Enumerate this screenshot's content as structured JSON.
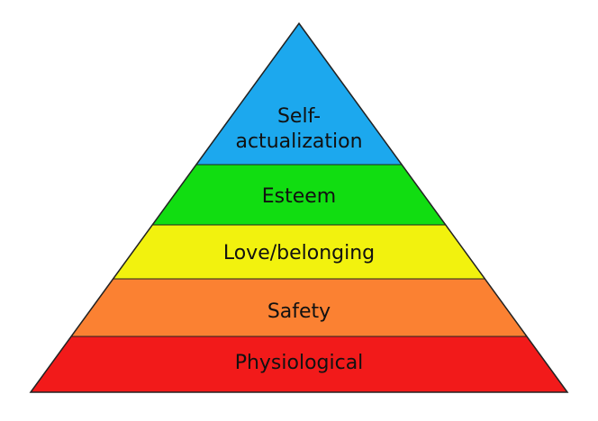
{
  "pyramid": {
    "tiers": [
      {
        "id": "self-actualization",
        "lines": [
          "Self-",
          "actualization"
        ],
        "color": "#1CA8EE"
      },
      {
        "id": "esteem",
        "lines": [
          "Esteem"
        ],
        "color": "#11DD11"
      },
      {
        "id": "love-belonging",
        "lines": [
          "Love/belonging"
        ],
        "color": "#F2F20E"
      },
      {
        "id": "safety",
        "lines": [
          "Safety"
        ],
        "color": "#FB8132"
      },
      {
        "id": "physiological",
        "lines": [
          "Physiological"
        ],
        "color": "#F21A1A"
      }
    ],
    "outline_color": "#222222"
  }
}
